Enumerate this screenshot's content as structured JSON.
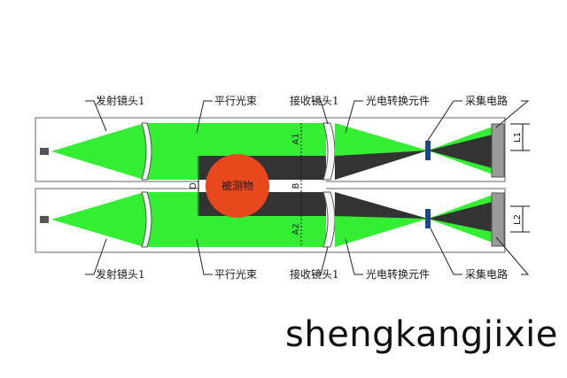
{
  "labels": {
    "emitter_lens_top": "发射镜头1",
    "parallel_beam_top": "平行光束",
    "receiver_lens_top": "接收镜头1",
    "photo_element_top": "光电转换元件",
    "acq_circuit_top": "采集电路",
    "emitter_lens_bottom": "发射镜头1",
    "parallel_beam_bottom": "平行光束",
    "receiver_lens_bottom": "接收镜头1",
    "photo_element_bottom": "光电转换元件",
    "acq_circuit_bottom": "采集电路",
    "object": "被测物",
    "dim_D": "D",
    "dim_A1": "A1",
    "dim_B": "B",
    "dim_A2": "A2",
    "dim_L1": "L1",
    "dim_L2": "L2"
  },
  "watermark": "shengkangjixie",
  "colors": {
    "beam": "#33ee33",
    "object": "#e8481c",
    "shadow": "#333333",
    "element": "#1a4a8a",
    "circuit": "#9a9a9a"
  }
}
